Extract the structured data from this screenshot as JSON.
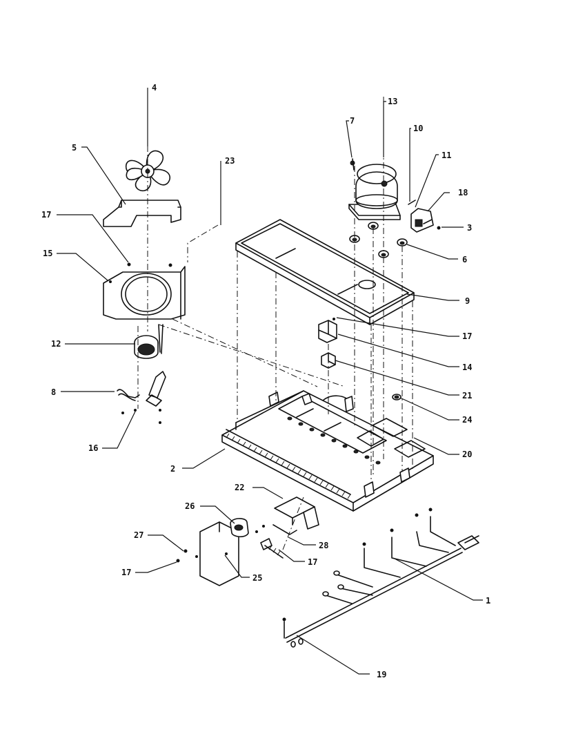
{
  "callouts": [
    {
      "id": "c1",
      "label": "1"
    },
    {
      "id": "c2",
      "label": "2"
    },
    {
      "id": "c3",
      "label": "3"
    },
    {
      "id": "c4",
      "label": "4"
    },
    {
      "id": "c5",
      "label": "5"
    },
    {
      "id": "c6",
      "label": "6"
    },
    {
      "id": "c7",
      "label": "7"
    },
    {
      "id": "c8",
      "label": "8"
    },
    {
      "id": "c9",
      "label": "9"
    },
    {
      "id": "c10",
      "label": "10"
    },
    {
      "id": "c11",
      "label": "11"
    },
    {
      "id": "c12",
      "label": "12"
    },
    {
      "id": "c13",
      "label": "13"
    },
    {
      "id": "c14",
      "label": "14"
    },
    {
      "id": "c15",
      "label": "15"
    },
    {
      "id": "c16",
      "label": "16"
    },
    {
      "id": "c17a",
      "label": "17"
    },
    {
      "id": "c17b",
      "label": "17"
    },
    {
      "id": "c17c",
      "label": "17"
    },
    {
      "id": "c17d",
      "label": "17"
    },
    {
      "id": "c18",
      "label": "18"
    },
    {
      "id": "c19",
      "label": "19"
    },
    {
      "id": "c20",
      "label": "20"
    },
    {
      "id": "c21",
      "label": "21"
    },
    {
      "id": "c22",
      "label": "22"
    },
    {
      "id": "c23",
      "label": "23"
    },
    {
      "id": "c24",
      "label": "24"
    },
    {
      "id": "c25",
      "label": "25"
    },
    {
      "id": "c26",
      "label": "26"
    },
    {
      "id": "c27",
      "label": "27"
    },
    {
      "id": "c28",
      "label": "28"
    }
  ]
}
